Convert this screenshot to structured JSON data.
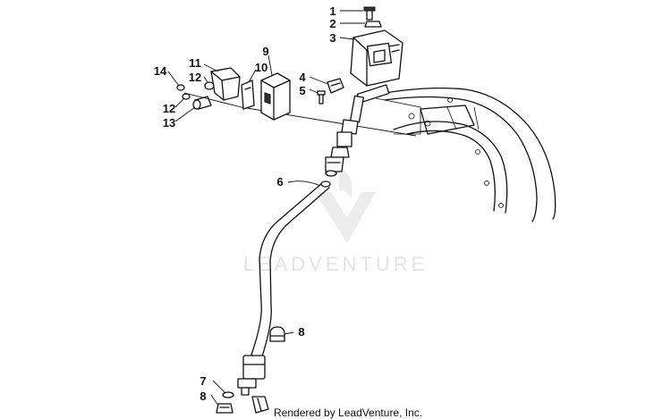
{
  "watermark": {
    "text": "LEADVENTURE"
  },
  "credit": {
    "text": "Rendered by LeadVenture, Inc."
  },
  "callouts": [
    "1",
    "2",
    "3",
    "4",
    "5",
    "6",
    "7",
    "8",
    "8",
    "9",
    "10",
    "11",
    "12",
    "12",
    "13",
    "14"
  ]
}
